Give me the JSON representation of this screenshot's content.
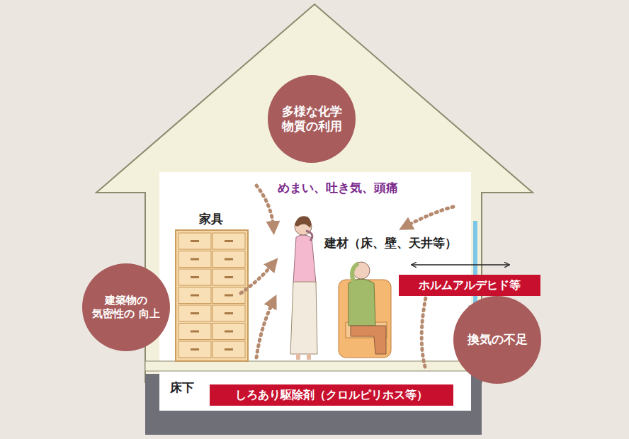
{
  "diagram": {
    "nodes": [
      {
        "text": [
          "多様な化学 物質の利用"
        ]
      },
      {
        "text": [
          "建築物の 気密性の 向上"
        ]
      },
      {
        "text": [
          "ホルムアルデヒド等"
        ]
      },
      {
        "text": [
          "換気の不足"
        ]
      },
      {
        "text": [
          "しろあり駆除剤（クロルピリホス等）"
        ]
      }
    ],
    "labels": [
      "めまい、吐き気、頭痛",
      "家具",
      "建材（床、壁、天井等）",
      "床下"
    ]
  }
}
